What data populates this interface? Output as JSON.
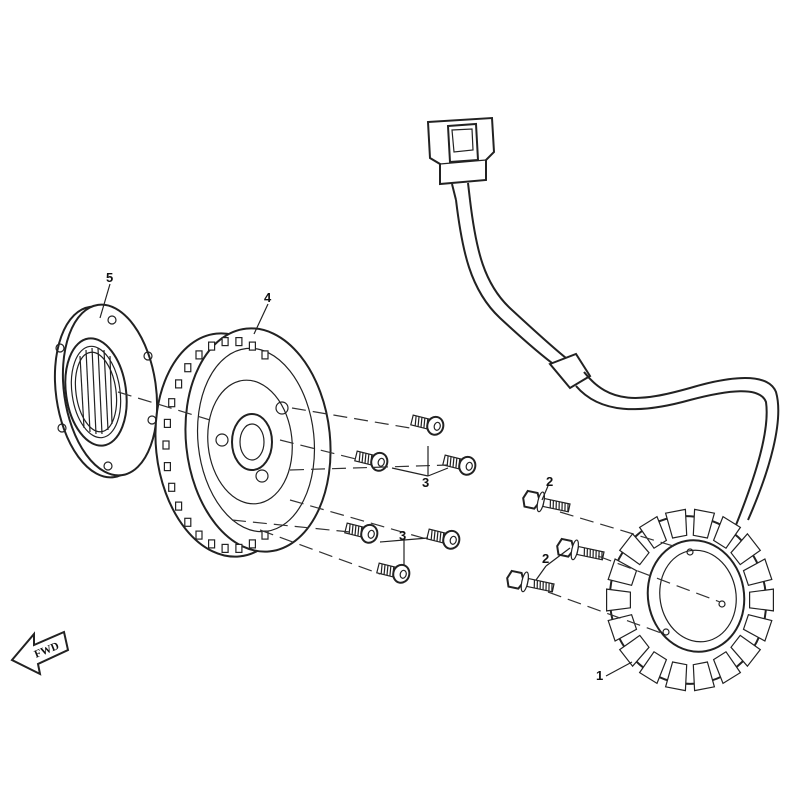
{
  "callouts": {
    "stator": "1",
    "flange_bolts": "2",
    "socket_bolts": "3",
    "flywheel": "4",
    "starter_clutch": "5"
  },
  "arrow": {
    "label": "FWD"
  }
}
